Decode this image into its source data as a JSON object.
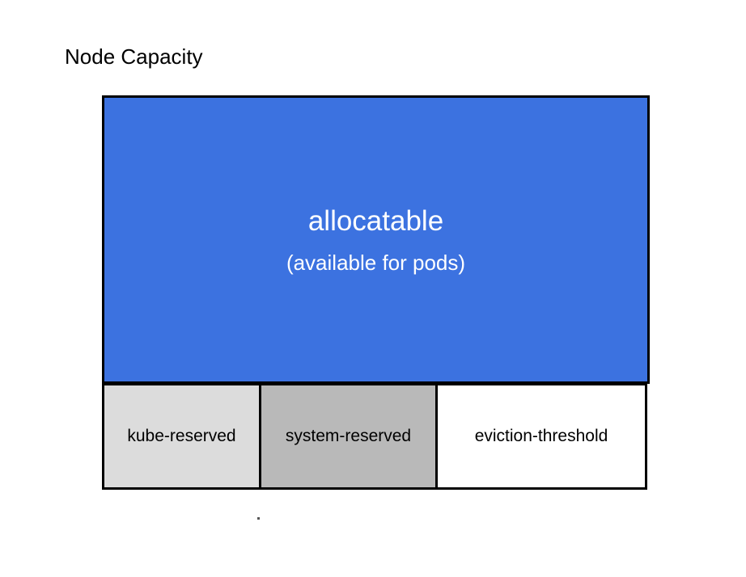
{
  "diagram": {
    "title": "Node Capacity",
    "type": "stacked-capacity-diagram",
    "allocatable": {
      "label": "allocatable",
      "sublabel": "(available for pods)",
      "color": "#3c72e0",
      "text_color": "#ffffff"
    },
    "reserved_cells": [
      {
        "label": "kube-reserved",
        "color": "#dcdcdc",
        "text_color": "#000000"
      },
      {
        "label": "system-reserved",
        "color": "#b9b9b9",
        "text_color": "#000000"
      },
      {
        "label": "eviction-threshold",
        "color": "#ffffff",
        "text_color": "#000000"
      }
    ],
    "border_color": "#000000",
    "background": "#ffffff"
  }
}
